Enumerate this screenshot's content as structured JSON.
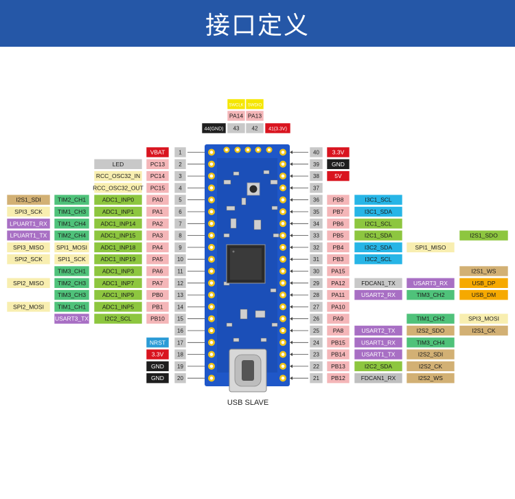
{
  "title": "接口定义",
  "usb_label": "USB SLAVE",
  "colors": {
    "header_bg": "#2557a7",
    "white": "#ffffff",
    "gray": "#c8c8c8",
    "pink": "#f4b6b8",
    "red": "#d9141f",
    "black": "#1e1e1e",
    "blue": "#2b9bd6",
    "yellow": "#f5e600",
    "green": "#8dc63f",
    "purple": "#a86fc4",
    "tan": "#d2b074",
    "cream": "#f8eeb0",
    "orange": "#f6a900",
    "lightgreen": "#4fc27a",
    "cyan": "#27b5e6",
    "lightgray": "#bfbfbf",
    "pcb": "#1f57c8"
  },
  "top_pins": [
    {
      "func": "SWCLK",
      "port": "PA14",
      "num": "43"
    },
    {
      "func": "SWDIO",
      "port": "PA13",
      "num": "42"
    }
  ],
  "top_extra": [
    {
      "text": "44(GND)",
      "c": "black"
    },
    {
      "text": "41(3.3V)",
      "c": "red"
    }
  ],
  "left_pins": [
    {
      "num": "1",
      "port": "VBAT",
      "pc": "red",
      "labels": []
    },
    {
      "num": "2",
      "port": "PC13",
      "pc": "pink",
      "labels": [
        {
          "t": "LED",
          "c": "gray"
        }
      ]
    },
    {
      "num": "3",
      "port": "PC14",
      "pc": "pink",
      "labels": [
        {
          "t": "RCC_OSC32_IN",
          "c": "cream"
        }
      ]
    },
    {
      "num": "4",
      "port": "PC15",
      "pc": "pink",
      "labels": [
        {
          "t": "RCC_OSC32_OUT",
          "c": "cream"
        }
      ]
    },
    {
      "num": "5",
      "port": "PA0",
      "pc": "pink",
      "labels": [
        {
          "t": "ADC1_INP0",
          "c": "green"
        },
        {
          "t": "TIM2_CH1",
          "c": "lightgreen"
        },
        {
          "t": "I2S1_SDI",
          "c": "tan"
        }
      ]
    },
    {
      "num": "6",
      "port": "PA1",
      "pc": "pink",
      "labels": [
        {
          "t": "ADC1_INP1",
          "c": "green"
        },
        {
          "t": "TIM1_CH3",
          "c": "lightgreen"
        },
        {
          "t": "SPI3_SCK",
          "c": "cream"
        }
      ]
    },
    {
      "num": "7",
      "port": "PA2",
      "pc": "pink",
      "labels": [
        {
          "t": "ADC1_INP14",
          "c": "green"
        },
        {
          "t": "TIM1_CH4",
          "c": "lightgreen"
        },
        {
          "t": "LPUART1_RX",
          "c": "purple"
        }
      ]
    },
    {
      "num": "8",
      "port": "PA3",
      "pc": "pink",
      "labels": [
        {
          "t": "ADC1_INP15",
          "c": "green"
        },
        {
          "t": "TIM2_CH4",
          "c": "lightgreen"
        },
        {
          "t": "LPUART1_TX",
          "c": "purple"
        }
      ]
    },
    {
      "num": "9",
      "port": "PA4",
      "pc": "pink",
      "labels": [
        {
          "t": "ADC1_INP18",
          "c": "green"
        },
        {
          "t": "SPI1_MOSI",
          "c": "cream"
        },
        {
          "t": "SPI3_MISO",
          "c": "cream"
        }
      ]
    },
    {
      "num": "10",
      "port": "PA5",
      "pc": "pink",
      "labels": [
        {
          "t": "ADC1_INP19",
          "c": "green"
        },
        {
          "t": "SPI1_SCK",
          "c": "cream"
        },
        {
          "t": "SPI2_SCK",
          "c": "cream"
        }
      ]
    },
    {
      "num": "11",
      "port": "PA6",
      "pc": "pink",
      "labels": [
        {
          "t": "ADC1_INP3",
          "c": "green"
        },
        {
          "t": "TIM3_CH1",
          "c": "lightgreen"
        }
      ]
    },
    {
      "num": "12",
      "port": "PA7",
      "pc": "pink",
      "labels": [
        {
          "t": "ADC1_INP7",
          "c": "green"
        },
        {
          "t": "TIM2_CH3",
          "c": "lightgreen"
        },
        {
          "t": "SPI2_MISO",
          "c": "cream"
        }
      ]
    },
    {
      "num": "13",
      "port": "PB0",
      "pc": "pink",
      "labels": [
        {
          "t": "ADC1_INP9",
          "c": "green"
        },
        {
          "t": "TIM3_CH3",
          "c": "lightgreen"
        }
      ]
    },
    {
      "num": "14",
      "port": "PB1",
      "pc": "pink",
      "labels": [
        {
          "t": "ADC1_INP5",
          "c": "green"
        },
        {
          "t": "TIM1_CH1",
          "c": "lightgreen"
        },
        {
          "t": "SPI2_MOSI",
          "c": "cream"
        }
      ]
    },
    {
      "num": "15",
      "port": "PB10",
      "pc": "pink",
      "labels": [
        {
          "t": "I2C2_SCL",
          "c": "green"
        },
        {
          "t": "USART3_TX",
          "c": "purple"
        }
      ]
    },
    {
      "num": "16",
      "port": "",
      "pc": "white",
      "labels": []
    },
    {
      "num": "17",
      "port": "NRST",
      "pc": "blue",
      "labels": []
    },
    {
      "num": "18",
      "port": "3.3V",
      "pc": "red",
      "labels": []
    },
    {
      "num": "19",
      "port": "GND",
      "pc": "black",
      "labels": []
    },
    {
      "num": "20",
      "port": "GND",
      "pc": "black",
      "labels": []
    }
  ],
  "right_pins": [
    {
      "num": "40",
      "port": "3.3V",
      "pc": "red",
      "labels": []
    },
    {
      "num": "39",
      "port": "GND",
      "pc": "black",
      "labels": []
    },
    {
      "num": "38",
      "port": "5V",
      "pc": "red",
      "labels": []
    },
    {
      "num": "37",
      "port": "",
      "pc": "white",
      "labels": []
    },
    {
      "num": "36",
      "port": "PB8",
      "pc": "pink",
      "labels": [
        {
          "t": "I3C1_SCL",
          "c": "cyan"
        }
      ]
    },
    {
      "num": "35",
      "port": "PB7",
      "pc": "pink",
      "labels": [
        {
          "t": "I3C1_SDA",
          "c": "cyan"
        }
      ]
    },
    {
      "num": "34",
      "port": "PB6",
      "pc": "pink",
      "labels": [
        {
          "t": "I2C1_SCL",
          "c": "green"
        }
      ]
    },
    {
      "num": "33",
      "port": "PB5",
      "pc": "pink",
      "labels": [
        {
          "t": "I2C1_SDA",
          "c": "green"
        },
        {
          "t": "",
          "c": "none"
        },
        {
          "t": "I2S1_SDO",
          "c": "green"
        }
      ]
    },
    {
      "num": "32",
      "port": "PB4",
      "pc": "pink",
      "labels": [
        {
          "t": "I3C2_SDA",
          "c": "cyan"
        },
        {
          "t": "SPI1_MISO",
          "c": "cream"
        }
      ]
    },
    {
      "num": "31",
      "port": "PB3",
      "pc": "pink",
      "labels": [
        {
          "t": "I3C2_SCL",
          "c": "cyan"
        }
      ]
    },
    {
      "num": "30",
      "port": "PA15",
      "pc": "pink",
      "labels": [
        {
          "t": "",
          "c": "none"
        },
        {
          "t": "",
          "c": "none"
        },
        {
          "t": "I2S1_WS",
          "c": "tan"
        }
      ]
    },
    {
      "num": "29",
      "port": "PA12",
      "pc": "pink",
      "labels": [
        {
          "t": "FDCAN1_TX",
          "c": "gray"
        },
        {
          "t": "USART3_RX",
          "c": "purple"
        },
        {
          "t": "USB_DP",
          "c": "orange"
        }
      ]
    },
    {
      "num": "28",
      "port": "PA11",
      "pc": "pink",
      "labels": [
        {
          "t": "USART2_RX",
          "c": "purple"
        },
        {
          "t": "TIM3_CH2",
          "c": "lightgreen"
        },
        {
          "t": "USB_DM",
          "c": "orange"
        }
      ]
    },
    {
      "num": "27",
      "port": "PA10",
      "pc": "pink",
      "labels": []
    },
    {
      "num": "26",
      "port": "PA9",
      "pc": "pink",
      "labels": [
        {
          "t": "",
          "c": "none"
        },
        {
          "t": "TIM1_CH2",
          "c": "lightgreen"
        },
        {
          "t": "SPI3_MOSI",
          "c": "cream"
        }
      ]
    },
    {
      "num": "25",
      "port": "PA8",
      "pc": "pink",
      "labels": [
        {
          "t": "USART2_TX",
          "c": "purple"
        },
        {
          "t": "I2S2_SDO",
          "c": "tan"
        },
        {
          "t": "I2S1_CK",
          "c": "tan"
        }
      ]
    },
    {
      "num": "24",
      "port": "PB15",
      "pc": "pink",
      "labels": [
        {
          "t": "USART1_RX",
          "c": "purple"
        },
        {
          "t": "TIM3_CH4",
          "c": "lightgreen"
        }
      ]
    },
    {
      "num": "23",
      "port": "PB14",
      "pc": "pink",
      "labels": [
        {
          "t": "USART1_TX",
          "c": "purple"
        },
        {
          "t": "I2S2_SDI",
          "c": "tan"
        }
      ]
    },
    {
      "num": "22",
      "port": "PB13",
      "pc": "pink",
      "labels": [
        {
          "t": "I2C2_SDA",
          "c": "green"
        },
        {
          "t": "I2S2_CK",
          "c": "tan"
        }
      ]
    },
    {
      "num": "21",
      "port": "PB12",
      "pc": "pink",
      "labels": [
        {
          "t": "FDCAN1_RX",
          "c": "lightgray"
        },
        {
          "t": "I2S2_WS",
          "c": "tan"
        }
      ]
    }
  ]
}
